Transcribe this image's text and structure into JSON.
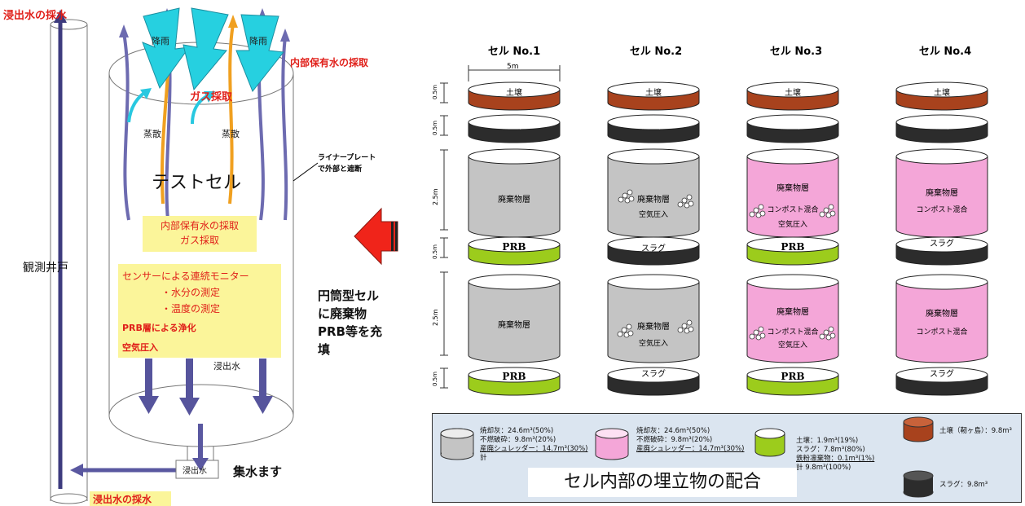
{
  "left": {
    "top_left_label": "浸出水の採水",
    "rain1": "降雨",
    "rain2": "降雨",
    "internal_water": "内部保有水の採取",
    "gas": "ガス採取",
    "evap1": "蒸散",
    "evap2": "蒸散",
    "liner_line1": "ライナープレート",
    "liner_line2": "で外部と遮断",
    "test_cell": "テストセル",
    "box1_line1": "内部保有水の採取",
    "box1_line2": "ガス採取",
    "well": "観測井戸",
    "box2_line1": "センサーによる連続モニター",
    "box2_line2": "・水分の測定",
    "box2_line3": "・温度の測定",
    "box2_line4": "PRB層による浄化",
    "box2_line5": "空気圧入",
    "leachate_inner": "浸出水",
    "leachate_bottom": "浸出水",
    "collect": "集水ます",
    "bottom_sample": "浸出水の採水",
    "fill_line1": "円筒型セル",
    "fill_line2": "に廃棄物",
    "fill_line3": "PRB等を充",
    "fill_line4": "填"
  },
  "cells": {
    "titles": [
      "セル  No.1",
      "セル  No.2",
      "セル  No.3",
      "セル  No.4"
    ],
    "width_label": "5m",
    "dim_05a": "0.5m",
    "dim_05b": "0.5m",
    "dim_25a": "2.5m",
    "dim_05c": "0.5m",
    "dim_25b": "2.5m",
    "dim_05d": "0.5m",
    "soil": "土壌",
    "slag": "スラグ",
    "waste": "廃棄物層",
    "prb": "PRB",
    "air": "空気圧入",
    "compost": "コンポスト混合"
  },
  "colors": {
    "soil": "#a8421d",
    "slag": "#2c2c2c",
    "gray": "#c4c4c4",
    "pink": "#f4a6d8",
    "green": "#9ccc1c",
    "legend_bg": "#dbe5f0"
  },
  "legend": {
    "gray_l1": "焼却灰：24.6m³(50%)",
    "gray_l2": "不燃破砕：9.8m³(20%)",
    "gray_l3": "産廃シュレッダー：14.7m³(30%)",
    "gray_l4": "計",
    "pink_l1": "焼却灰：24.6m³(50%)",
    "pink_l2": "不燃破砕：9.8m³(20%)",
    "pink_l3": "産廃シュレッダー：14.7m³(30%)",
    "green_l1": "土壌：1.9m³(19%)",
    "green_l2": "スラグ：7.8m³(80%)",
    "green_l3": "鉄粉凛棄物：0.1m³(1%)",
    "green_l4": "計         9.8m³(100%)",
    "soil_l": "土壌（靭ヶ島）：9.8m³",
    "slag_l": "スラグ：9.8m³",
    "caption": "セル内部の埋立物の配合"
  }
}
